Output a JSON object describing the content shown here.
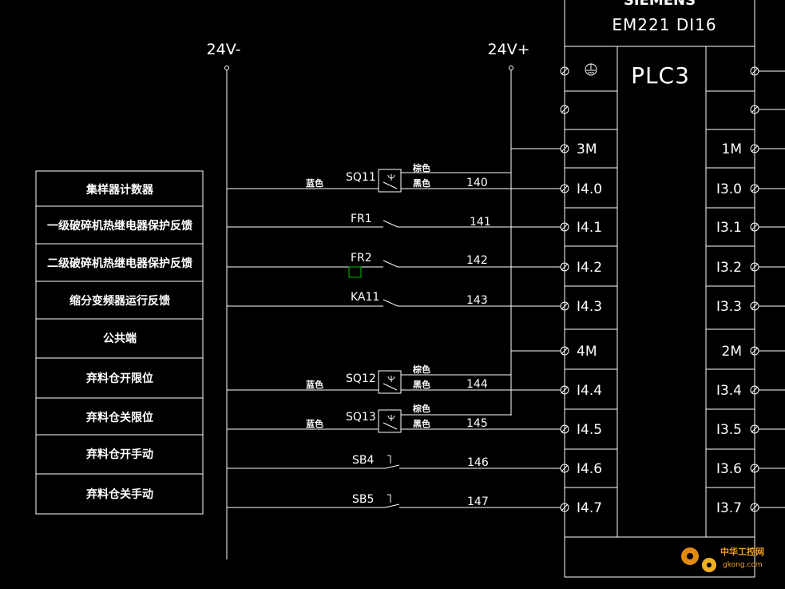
{
  "plc": {
    "brand": "SIEMENS",
    "model": "EM221  DI16",
    "name": "PLC3"
  },
  "rails": {
    "negative": "24V-",
    "positive": "24V+"
  },
  "legend": [
    "集样器计数器",
    "一级破碎机热继电器保护反馈",
    "二级破碎机热继电器保护反馈",
    "缩分变频器运行反馈",
    "公共端",
    "弃料仓开限位",
    "弃料仓关限位",
    "弃料仓开手动",
    "弃料仓关手动"
  ],
  "inputs": [
    {
      "device": "SQ11",
      "wire": "140",
      "terminal": "I4.0",
      "left_color": "蓝色",
      "brown": "棕色",
      "black": "黑色"
    },
    {
      "device": "FR1",
      "wire": "141",
      "terminal": "I4.1"
    },
    {
      "device": "FR2",
      "wire": "142",
      "terminal": "I4.2"
    },
    {
      "device": "KA11",
      "wire": "143",
      "terminal": "I4.3"
    },
    {
      "device": "SQ12",
      "wire": "144",
      "terminal": "I4.4",
      "left_color": "蓝色",
      "brown": "棕色",
      "black": "黑色"
    },
    {
      "device": "SQ13",
      "wire": "145",
      "terminal": "I4.5",
      "left_color": "蓝色",
      "brown": "棕色",
      "black": "黑色"
    },
    {
      "device": "SB4",
      "wire": "146",
      "terminal": "I4.6"
    },
    {
      "device": "SB5",
      "wire": "147",
      "terminal": "I4.7"
    }
  ],
  "commons_left": [
    "3M",
    "4M"
  ],
  "right_terminals": [
    "1M",
    "I3.0",
    "I3.1",
    "I3.2",
    "I3.3",
    "2M",
    "I3.4",
    "I3.5",
    "I3.6",
    "I3.7"
  ],
  "watermark": {
    "text": "中华工控网",
    "url": "gkong.com"
  },
  "colors": {
    "background": "#000000",
    "lines": "#ffffff",
    "marker": "#00c000",
    "watermark": "#f0a020"
  }
}
